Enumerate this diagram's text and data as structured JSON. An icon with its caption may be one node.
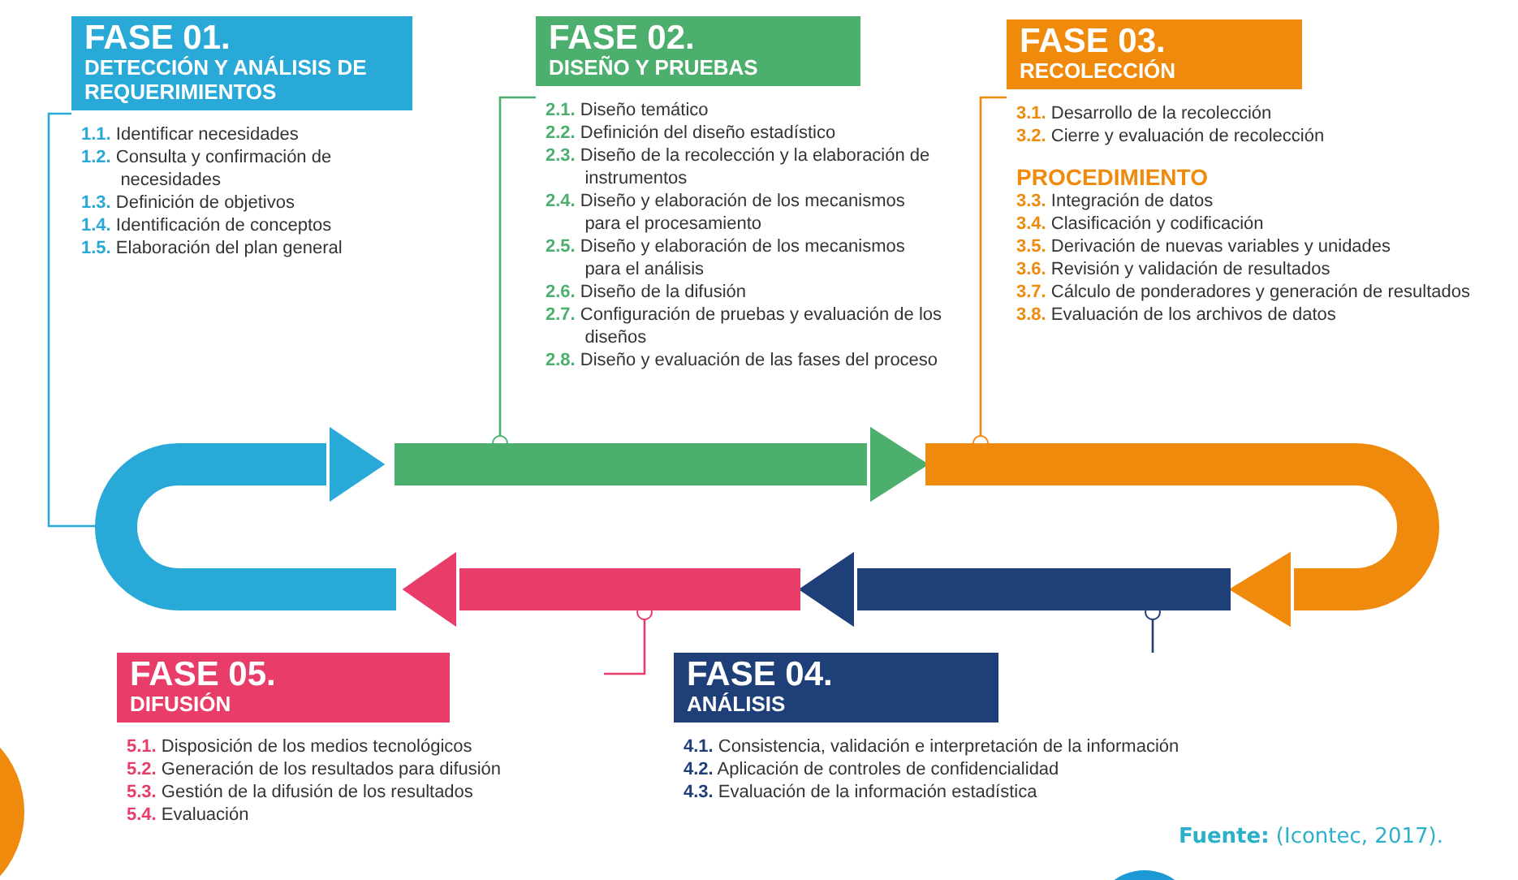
{
  "diagram": {
    "nodes": [
      {
        "text": [
          "FASE 01.",
          "DETECCIÓN Y ANÁLISIS DE REQUERIMIENTOS",
          "1.1. Identificar necesidades",
          "1.2. Consulta y confirmación de necesidades",
          "1.3. Definición de objetivos",
          "1.4. Identificación de conceptos",
          "1.5. Elaboración del plan general"
        ]
      },
      {
        "text": [
          "FASE 02.",
          "DISEÑO Y PRUEBAS",
          "2.1. Diseño temático",
          "2.2. Definición del diseño estadístico",
          "2.3. Diseño de la recolección y la elaboración de instrumentos",
          "2.4. Diseño y elaboración de los mecanismos para el procesamiento",
          "2.5. Diseño y elaboración de los mecanismos para el análisis",
          "2.6. Diseño de la difusión",
          "2.7. Configuración de pruebas y evaluación de los diseños",
          "2.8. Diseño y evaluación de las fases del proceso"
        ]
      },
      {
        "text": [
          "FASE 03.",
          "RECOLECCIÓN",
          "3.1. Desarrollo de la recolección",
          "3.2. Cierre y evaluación de recolección",
          "PROCEDIMIENTO",
          "3.3. Integración de datos",
          "3.4. Clasificación y codificación",
          "3.5. Derivación de nuevas variables y unidades",
          "3.6. Revisión y validación de resultados",
          "3.7. Cálculo de ponderadores y generación de resultados",
          "3.8. Evaluación de los archivos de datos"
        ]
      },
      {
        "text": [
          "FASE 04.",
          "ANÁLISIS",
          "4.1. Consistencia, validación e interpretación de la información",
          "4.2. Aplicación de controles de confidencialidad",
          "4.3. Evaluación de la información estadística"
        ]
      },
      {
        "text": [
          "FASE 05.",
          "DIFUSIÓN",
          "5.1. Disposición de los medios tecnológicos",
          "5.2. Generación de los resultados para difusión",
          "5.3. Gestión de la difusión de los resultados",
          "5.4. Evaluación"
        ]
      },
      {
        "text": [],
        "shape": "arrow"
      },
      {
        "text": [],
        "shape": "arrow"
      },
      {
        "text": [],
        "shape": "arrow"
      },
      {
        "text": [],
        "shape": "arrow"
      },
      {
        "text": [],
        "shape": "arrow"
      }
    ],
    "edges": [
      {
        "from": 0,
        "to": 5,
        "arrow": "other",
        "color": "#29a9d8"
      },
      {
        "from": 1,
        "to": 6,
        "arrow": "other",
        "color": "#4caf6e"
      },
      {
        "from": 2,
        "to": 7,
        "arrow": "other",
        "color": "#f08a0c"
      },
      {
        "from": 3,
        "to": 8,
        "arrow": "other",
        "color": "#1f3f78"
      },
      {
        "from": 4,
        "to": 9,
        "arrow": "other",
        "color": "#e83d68"
      }
    ],
    "labels": [
      "**Fuente:** (Icontec, 2017)."
    ]
  }
}
